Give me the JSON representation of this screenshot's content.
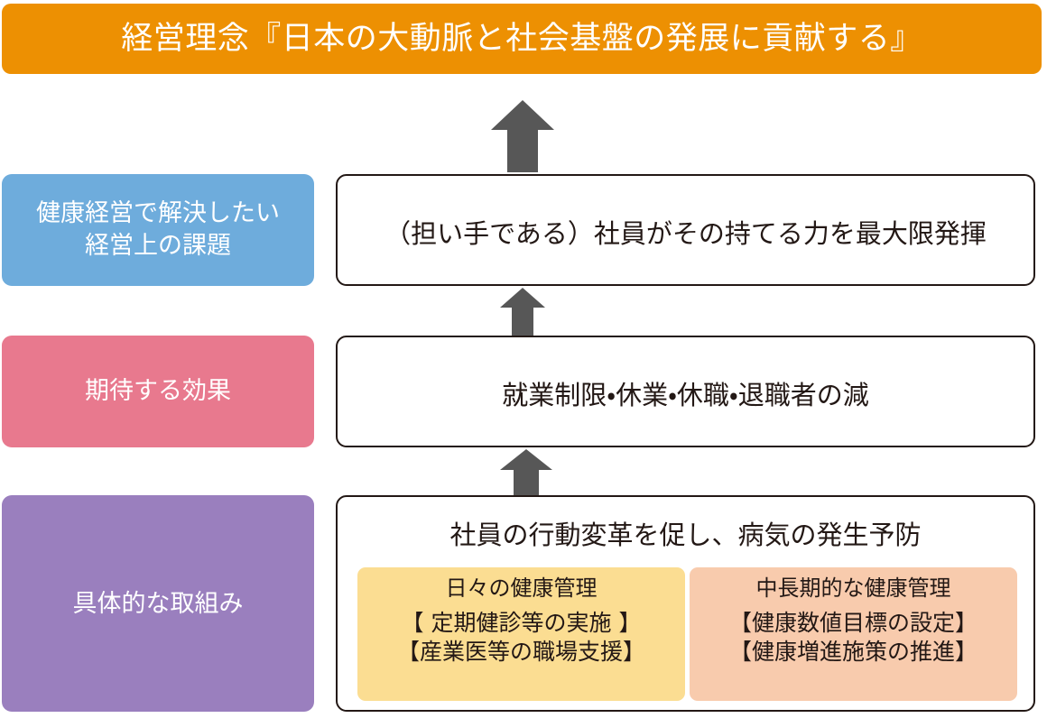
{
  "colors": {
    "brand_orange": "#ED9002",
    "blue": "#6EACDC",
    "pink": "#E8798E",
    "purple": "#9A7FBE",
    "card_yellow": "#FBDD92",
    "card_peach": "#F8CBAD",
    "arrow_gray": "#575757",
    "outline": "#231815",
    "text_on_color": "#FFFFFF"
  },
  "banner": {
    "text": "経営理念『日本の大動脈と社会基盤の発展に貢献する』"
  },
  "rows": [
    {
      "category_label": "健康経営で解決したい\n経営上の課題",
      "category_color": "#6EACDC",
      "statement": "（担い手である）社員がその持てる力を最大限発揮"
    },
    {
      "category_label": "期待する効果",
      "category_color": "#E8798E",
      "statement": "就業制限・休業・休職・退職者の減"
    },
    {
      "category_label": "具体的な取組み",
      "category_color": "#9A7FBE",
      "statement": "社員の行動変革を促し、病気の発生予防"
    }
  ],
  "measure_cards": [
    {
      "title": "日々の健康管理",
      "items": [
        "【 定期健診等の実施 】",
        "【産業医等の職場支援】"
      ],
      "color": "#FBDD92"
    },
    {
      "title": "中長期的な健康管理",
      "items": [
        "【健康数値目標の設定】",
        "【健康増進施策の推進】"
      ],
      "color": "#F8CBAD"
    }
  ],
  "arrows": [
    {
      "name": "arrow-up-to-philosophy",
      "direction": "up"
    },
    {
      "name": "arrow-up-to-outcome",
      "direction": "up"
    },
    {
      "name": "arrow-up-to-effect",
      "direction": "up"
    }
  ]
}
